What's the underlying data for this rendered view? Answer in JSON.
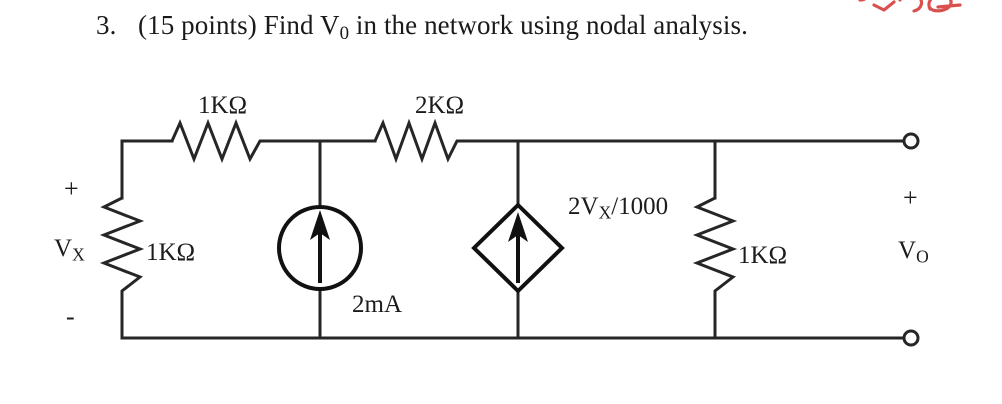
{
  "question": {
    "number": "3.",
    "points": "(15 points)",
    "text_before_var": "Find V",
    "var_subscript": "0",
    "text_after_var": " in the network using nodal analysis."
  },
  "annotation": {
    "kind": "red-handwriting",
    "color": "#d94f4f",
    "note": "partially cut-off red cursive marking at top right"
  },
  "circuit": {
    "title_alt": "resistive network with independent and dependent current sources",
    "wire_color": "#262626",
    "components": [
      {
        "id": "r-top-left",
        "type": "resistor",
        "orientation": "horizontal",
        "label": "1KΩ"
      },
      {
        "id": "r-top-right",
        "type": "resistor",
        "orientation": "horizontal",
        "label": "2KΩ"
      },
      {
        "id": "r-left-vertical",
        "type": "resistor",
        "orientation": "vertical",
        "label": "1KΩ"
      },
      {
        "id": "r-right-vertical",
        "type": "resistor",
        "orientation": "vertical",
        "label": "1KΩ"
      },
      {
        "id": "i-independent",
        "type": "independent-current-source",
        "symbol": "circle-with-up-arrow",
        "label": "2mA"
      },
      {
        "id": "i-dependent",
        "type": "dependent-current-source",
        "symbol": "diamond-with-up-arrow",
        "label_main": "2V",
        "label_sub": "X",
        "label_tail": "/1000"
      }
    ],
    "node_labels": {
      "vx_plus": "+",
      "vx_name": "V",
      "vx_sub": "X",
      "vx_minus": "-",
      "vo_plus": "+",
      "vo_name": "V",
      "vo_sub": "O"
    },
    "terminals": [
      {
        "id": "vo-top-terminal",
        "shape": "open-circle"
      },
      {
        "id": "vo-bottom-terminal",
        "shape": "open-circle"
      }
    ]
  }
}
